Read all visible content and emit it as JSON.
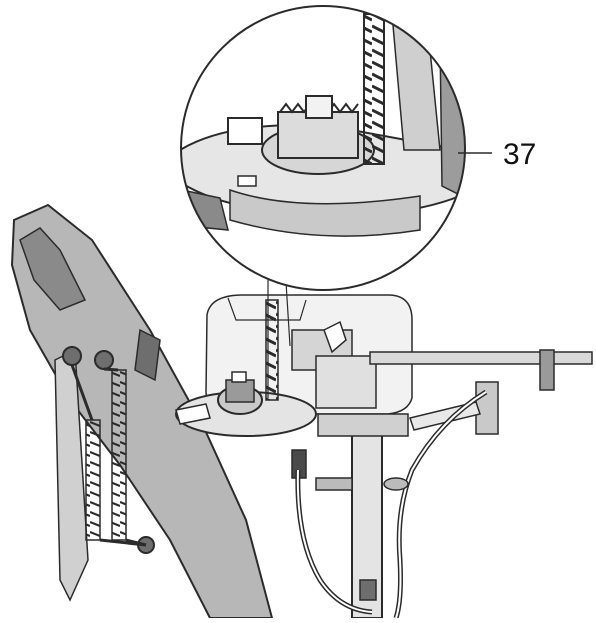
{
  "diagram": {
    "callout_number": "37",
    "colors": {
      "line": "#2b2b2b",
      "panel_fill": "#b7b7b7",
      "panel_dark": "#6e6e6e",
      "metal_light": "#e4e4e4",
      "metal_mid": "#c9c9c9",
      "background": "#ffffff"
    },
    "parts": [
      "mounting-plate",
      "spring-pair",
      "motor-housing",
      "gear",
      "vertical-rack",
      "horizontal-arm",
      "support-post",
      "cable",
      "detail-magnifier"
    ]
  }
}
